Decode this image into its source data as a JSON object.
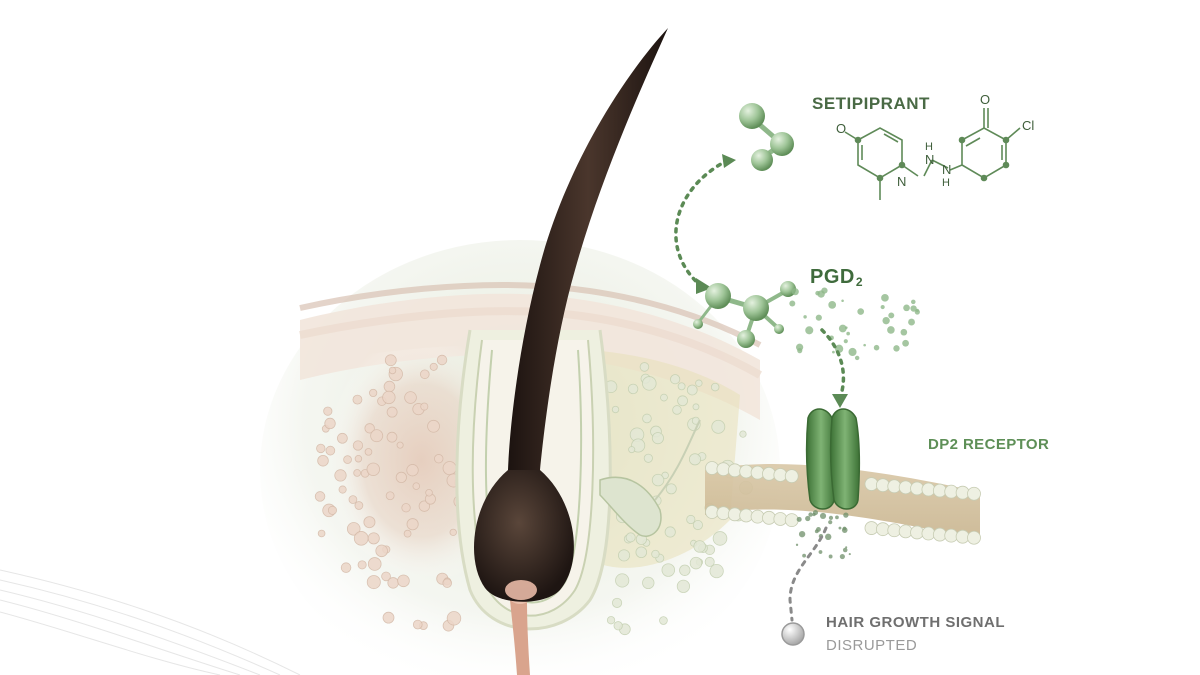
{
  "labels": {
    "setipiprant": "SETIPIPRANT",
    "pgd2": "PGD",
    "pgd2_subscript": "2",
    "dp2_receptor": "DP2 RECEPTOR",
    "signal_line1": "HAIR GROWTH SIGNAL",
    "signal_line2": "DISRUPTED"
  },
  "structure_atoms": {
    "oxygen_left": "O",
    "oxygen_top": "O",
    "chlorine": "Cl",
    "nitrogen_1": "N",
    "nitrogen_2": "N",
    "hydrogen_1": "H",
    "nitrogen_3": "N",
    "hydrogen_2": "H"
  },
  "colors": {
    "molecule_green": "#8fb88a",
    "label_green": "#4a6a45",
    "receptor_green": "#4e8a46",
    "hair_dark": "#2b1f1a",
    "skin_pink": "#e9d3c4",
    "signal_gray": "#8a8a8a"
  }
}
